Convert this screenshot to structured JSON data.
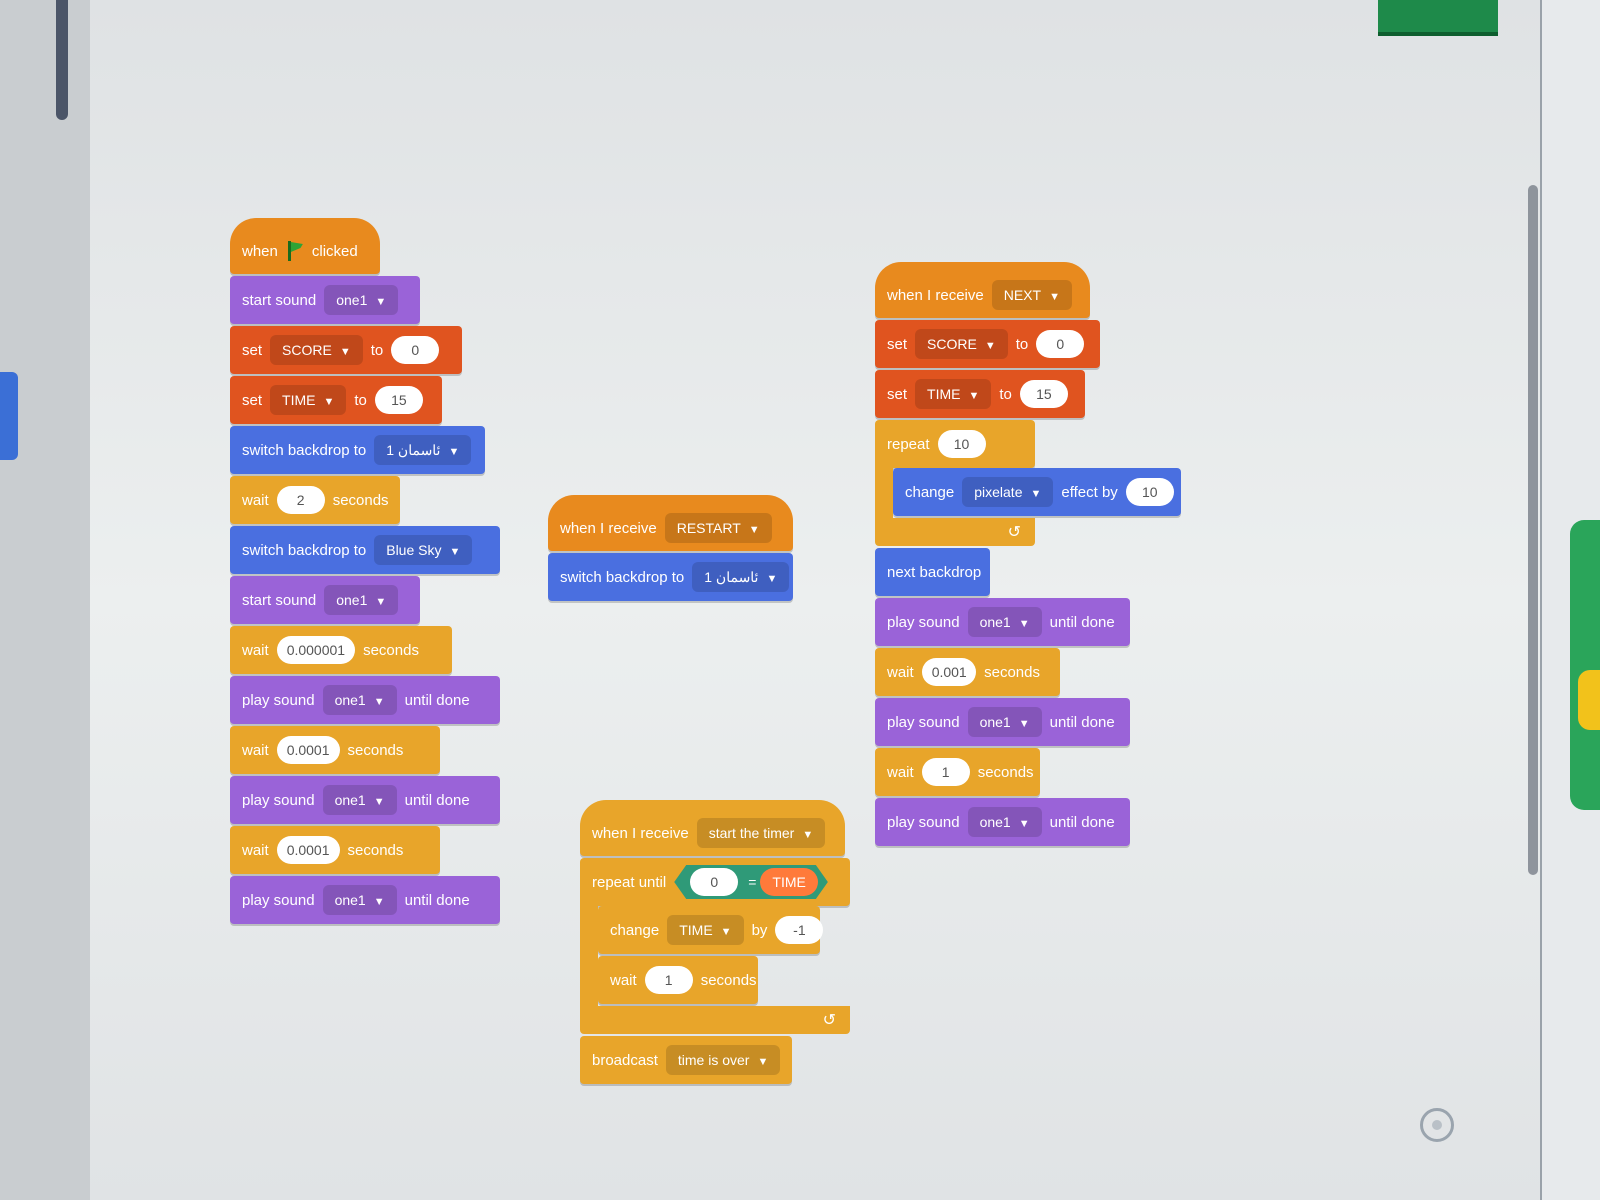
{
  "scripts": {
    "green_flag": {
      "hat": {
        "when": "when",
        "clicked": "clicked"
      },
      "start_sound_1": {
        "label": "start sound",
        "sound": "one1"
      },
      "set_score": {
        "label": "set",
        "var": "SCORE",
        "to": "to",
        "value": "0"
      },
      "set_time": {
        "label": "set",
        "var": "TIME",
        "to": "to",
        "value": "15"
      },
      "switch_backdrop_1": {
        "label": "switch backdrop to",
        "backdrop": "1 ئاسمان"
      },
      "wait_1": {
        "label": "wait",
        "value": "2",
        "unit": "seconds"
      },
      "switch_backdrop_2": {
        "label": "switch backdrop to",
        "backdrop": "Blue Sky"
      },
      "start_sound_2": {
        "label": "start sound",
        "sound": "one1"
      },
      "wait_2": {
        "label": "wait",
        "value": "0.000001",
        "unit": "seconds"
      },
      "play_sound_1": {
        "label": "play sound",
        "sound": "one1",
        "until": "until done"
      },
      "wait_3": {
        "label": "wait",
        "value": "0.0001",
        "unit": "seconds"
      },
      "play_sound_2": {
        "label": "play sound",
        "sound": "one1",
        "until": "until done"
      },
      "wait_4": {
        "label": "wait",
        "value": "0.0001",
        "unit": "seconds"
      },
      "play_sound_3": {
        "label": "play sound",
        "sound": "one1",
        "until": "until done"
      }
    },
    "restart": {
      "hat": {
        "label": "when I receive",
        "message": "RESTART"
      },
      "switch_backdrop": {
        "label": "switch backdrop to",
        "backdrop": "1 ئاسمان"
      }
    },
    "next": {
      "hat": {
        "label": "when I receive",
        "message": "NEXT"
      },
      "set_score": {
        "label": "set",
        "var": "SCORE",
        "to": "to",
        "value": "0"
      },
      "set_time": {
        "label": "set",
        "var": "TIME",
        "to": "to",
        "value": "15"
      },
      "repeat": {
        "label": "repeat",
        "value": "10",
        "arrow": "↺"
      },
      "change_effect": {
        "label": "change",
        "effect": "pixelate",
        "by": "effect by",
        "value": "10"
      },
      "next_backdrop": {
        "label": "next backdrop"
      },
      "play_sound_1": {
        "label": "play sound",
        "sound": "one1",
        "until": "until done"
      },
      "wait_1": {
        "label": "wait",
        "value": "0.001",
        "unit": "seconds"
      },
      "play_sound_2": {
        "label": "play sound",
        "sound": "one1",
        "until": "until done"
      },
      "wait_2": {
        "label": "wait",
        "value": "1",
        "unit": "seconds"
      },
      "play_sound_3": {
        "label": "play sound",
        "sound": "one1",
        "until": "until done"
      }
    },
    "timer": {
      "hat": {
        "label": "when I receive",
        "message": "start the timer"
      },
      "repeat_until": {
        "label": "repeat until",
        "left": "0",
        "op": "=",
        "right": "TIME",
        "arrow": "↺"
      },
      "change_time": {
        "label": "change",
        "var": "TIME",
        "by": "by",
        "value": "-1"
      },
      "wait": {
        "label": "wait",
        "value": "1",
        "unit": "seconds"
      },
      "broadcast": {
        "label": "broadcast",
        "message": "time is over"
      }
    }
  },
  "colors": {
    "events": "#e88a1e",
    "sound": "#9a63d8",
    "variables": "#e0541f",
    "looks": "#4a6fe0",
    "control": "#e8a52a",
    "operators": "#3fb08a"
  }
}
